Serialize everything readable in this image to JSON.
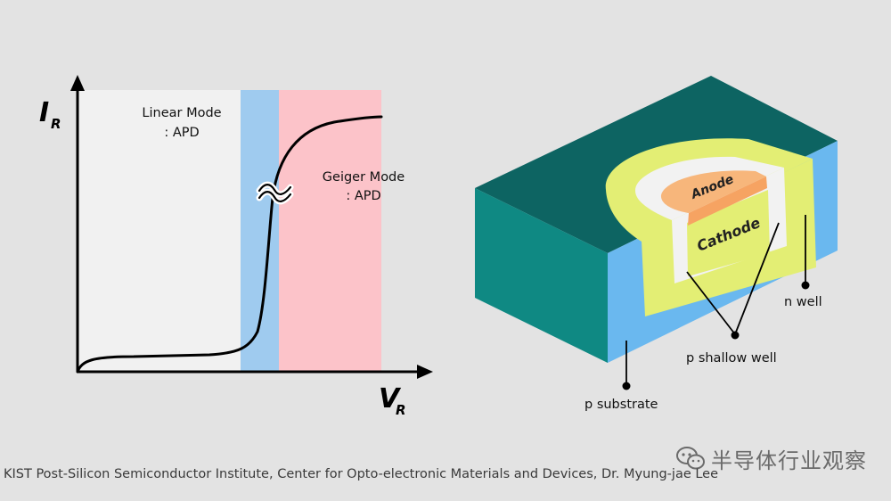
{
  "graph": {
    "y_axis_label": "I",
    "y_axis_subscript": "R",
    "x_axis_label": "V",
    "x_axis_subscript": "R",
    "linear_mode_line1": "Linear Mode",
    "linear_mode_line2": ": APD",
    "geiger_mode_line1": "Geiger Mode",
    "geiger_mode_line2": ": APD",
    "region_colors": {
      "linear": "#f1f1f1",
      "transition": "#9fcbef",
      "geiger": "#fcc3c9"
    }
  },
  "device": {
    "anode_label": "Anode",
    "cathode_label": "Cathode",
    "n_well_label": "n well",
    "p_shallow_well_label": "p shallow well",
    "p_substrate_label": "p substrate",
    "colors": {
      "top_surface": "#0d6462",
      "front_face": "#0f8983",
      "p_substrate_side": "#6ab8ef",
      "n_well": "#e3ee74",
      "p_shallow_well": "#f2f2f2",
      "anode": "#f7b67b",
      "cathode_region": "#e3ee74"
    }
  },
  "footer": {
    "credit": "KIST Post-Silicon Semiconductor Institute, Center for Opto-electronic Materials and Devices,  Dr. Myung-jae Lee"
  },
  "watermark": {
    "text": "半导体行业观察",
    "icon": "wechat-icon"
  }
}
